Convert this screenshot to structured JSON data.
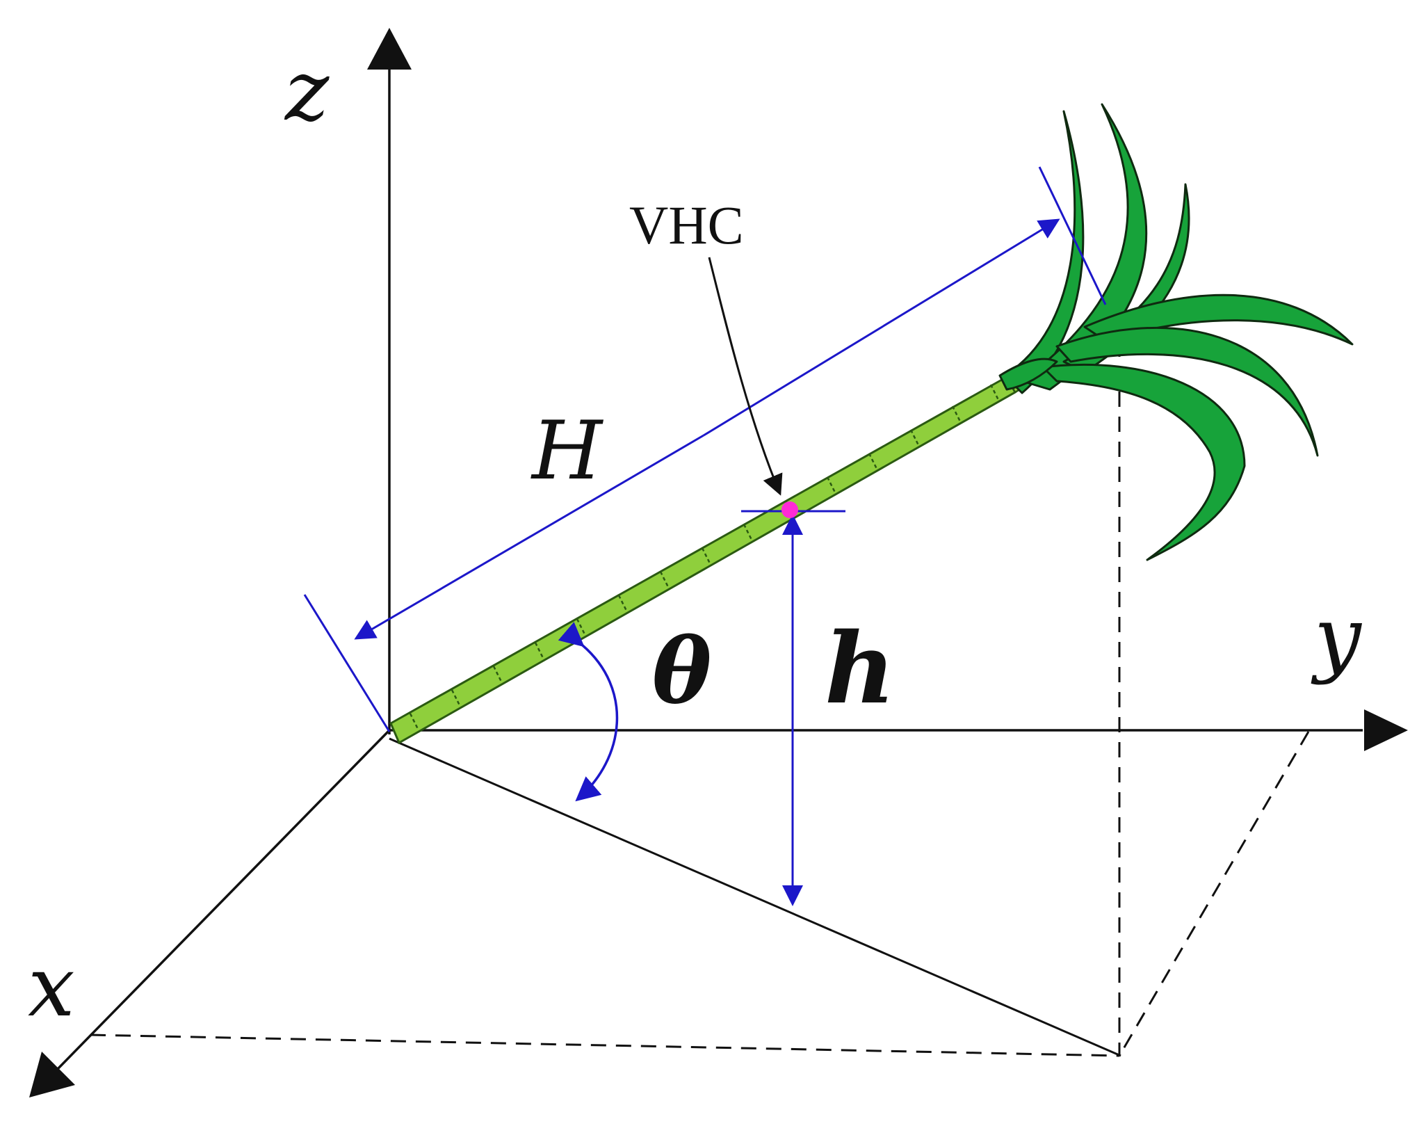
{
  "labels": {
    "axis_x": "x",
    "axis_y": "y",
    "axis_z": "z",
    "stalk_length": "H",
    "vhc_height": "h",
    "tilt_angle": "θ",
    "vhc": "VHC"
  },
  "colors": {
    "axes": "#111111",
    "dimension": "#1c17c9",
    "stalk_fill": "#8fcf3c",
    "stalk_outline": "#2b5a12",
    "leaf_fill": "#17a33a",
    "leaf_outline": "#0f2a10",
    "vhc_point": "#ff2bd6"
  }
}
